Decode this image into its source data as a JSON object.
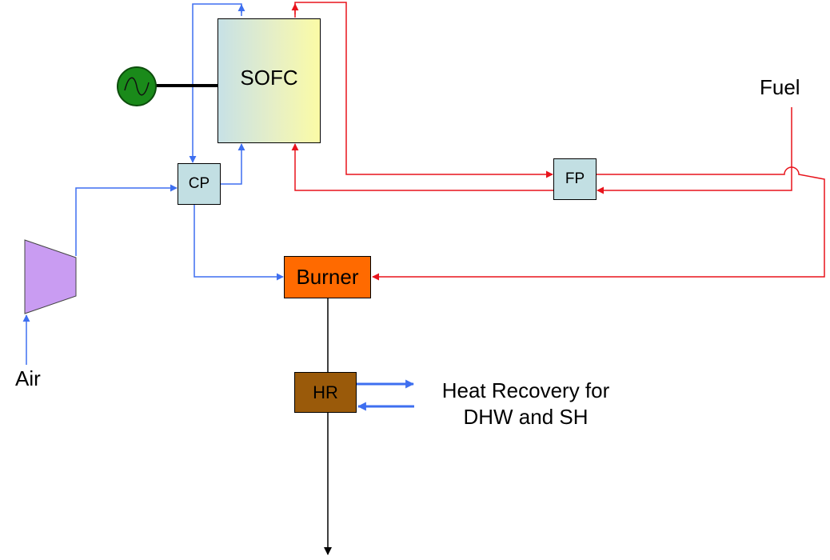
{
  "components": {
    "sofc": "SOFC",
    "cp": "CP",
    "fp": "FP",
    "burner": "Burner",
    "hr": "HR"
  },
  "labels": {
    "fuel": "Fuel",
    "air": "Air",
    "heat_recovery_line1": "Heat Recovery for",
    "heat_recovery_line2": "DHW and SH"
  },
  "colors": {
    "air_flow": "#3e6ff0",
    "fuel_flow": "#e8141c",
    "exhaust_flow": "#000000",
    "burner": "#ff6a00",
    "hr": "#9a5a0a",
    "processor_boxes": "#c2dfe3",
    "compressor": "#c99cf2",
    "generator": "#1a8a1a"
  },
  "icons": [
    "generator-icon",
    "air-compressor-icon"
  ]
}
